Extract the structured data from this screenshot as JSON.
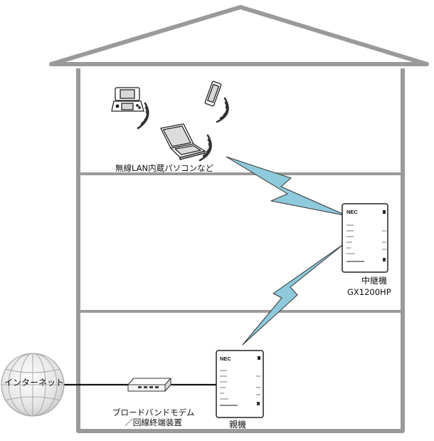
{
  "labels": {
    "pc": "無線LAN内蔵パソコンなど",
    "repeater": "中継機",
    "repeater_model": "GX1200HP",
    "modem_line1": "ブロードバンドモデム",
    "modem_line2": "／回線終端装置",
    "parent": "親機",
    "internet": "インターネット"
  },
  "device_brand": "NEC",
  "colors": {
    "line": "#9a9a9a",
    "cable": "#111111",
    "wave": "#8ec9dc",
    "wave_stroke": "#333333"
  }
}
